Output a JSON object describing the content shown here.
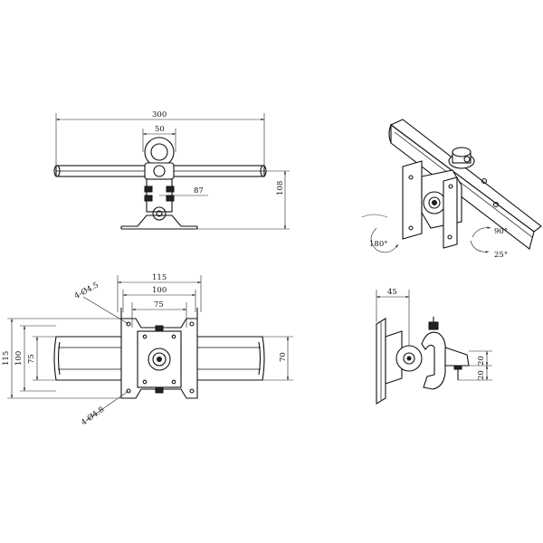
{
  "views": {
    "front": {
      "dim_total": "300",
      "dim_clamp": "50",
      "dim_offset": "87",
      "dim_height": "108"
    },
    "plan": {
      "dim_outer": "115",
      "dim_mid": "100",
      "dim_inner": "75",
      "hole_top": "4-Ø4.5",
      "hole_bottom": "4-Ø4.8",
      "dim_left_outer": "115",
      "dim_left_mid": "100",
      "dim_left_inner": "75",
      "dim_right": "70"
    },
    "iso": {
      "angle_rotate": "180°",
      "angle_tilt_up": "90°",
      "angle_tilt_down": "25°"
    },
    "side": {
      "dim_depth": "45",
      "dim_top": "20",
      "dim_bottom": "20"
    }
  }
}
